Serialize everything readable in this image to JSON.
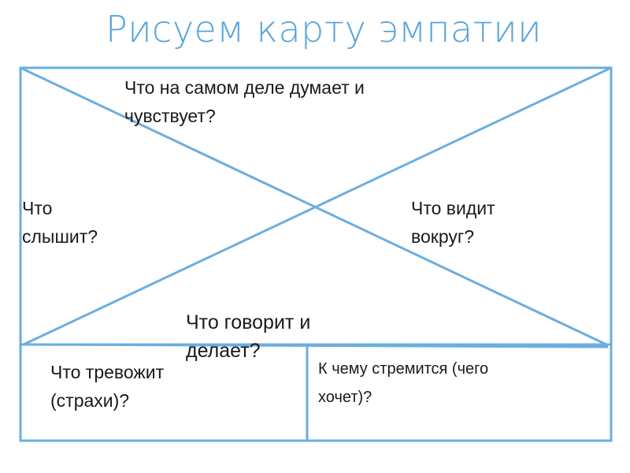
{
  "title": "Рисуем карту эмпатии",
  "sections": {
    "thinks_feels": [
      "Что на самом деле думает и",
      "чувствует?"
    ],
    "hears": [
      "Что",
      "слышит?"
    ],
    "sees": [
      "Что видит",
      "вокруг?"
    ],
    "says_does": [
      "Что говорит и",
      "делает?"
    ],
    "pains": [
      "Что тревожит",
      "(страхи)?"
    ],
    "gains": [
      "К чему стремится (чего",
      "хочет)?"
    ]
  },
  "colors": {
    "accent": "#58a4dc",
    "line": "#6aaee0",
    "text": "#1a1a1a"
  }
}
